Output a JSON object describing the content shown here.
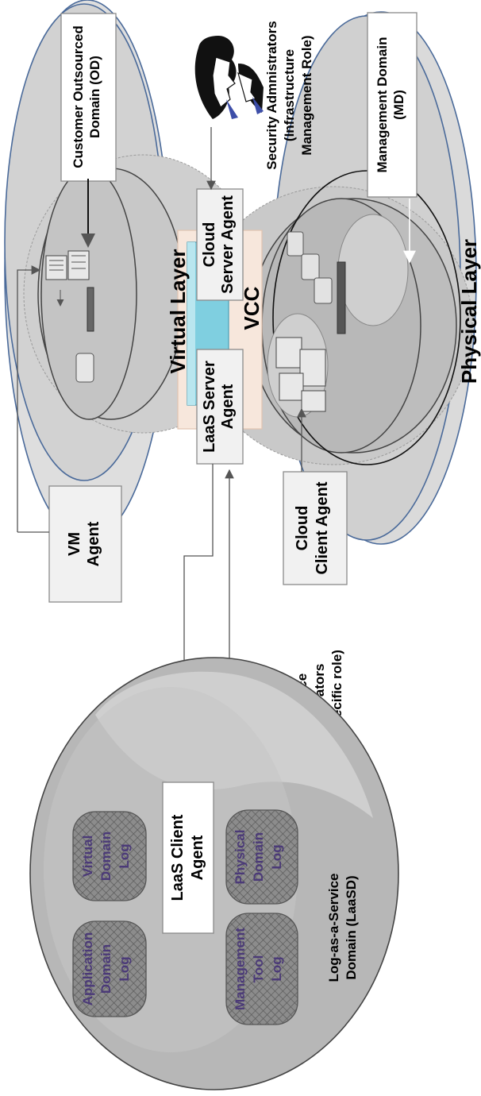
{
  "diagram": {
    "layers": {
      "virtual_layer": "Virtual Layer",
      "physical_layer": "Physical Layer",
      "vcc": "VCC"
    },
    "domains": {
      "customer_outsourced": [
        "Customer Outsourced",
        "Domain (OD)"
      ],
      "management": [
        "Management Domain",
        "(MD)"
      ],
      "laas": [
        "Log-as-a-Service",
        "Domain (LaaSD)"
      ]
    },
    "agents": {
      "vm_agent": [
        "VM",
        "Agent"
      ],
      "cloud_server_agent": [
        "Cloud",
        "Server Agent"
      ],
      "laas_server_agent": [
        "LaaS Server",
        "Agent"
      ],
      "cloud_client_agent": [
        "Cloud",
        "Client Agent"
      ],
      "laas_client_agent": [
        "LaaS Client",
        "Agent"
      ]
    },
    "roles": {
      "security_admins": [
        "Security Admnistrators",
        "(Infrastructure",
        "Management Role)"
      ],
      "provenance_admins": [
        "Provenance",
        "Administrators",
        "(LaaS specific role)"
      ]
    },
    "logs": {
      "virtual_domain_log": [
        "Virtual",
        "Domain",
        "Log"
      ],
      "application_domain_log": [
        "Application",
        "Domain",
        "Log"
      ],
      "physical_domain_log": [
        "Physical",
        "Domain",
        "Log"
      ],
      "management_tool_log": [
        "Management",
        "Tool",
        "Log"
      ]
    }
  }
}
